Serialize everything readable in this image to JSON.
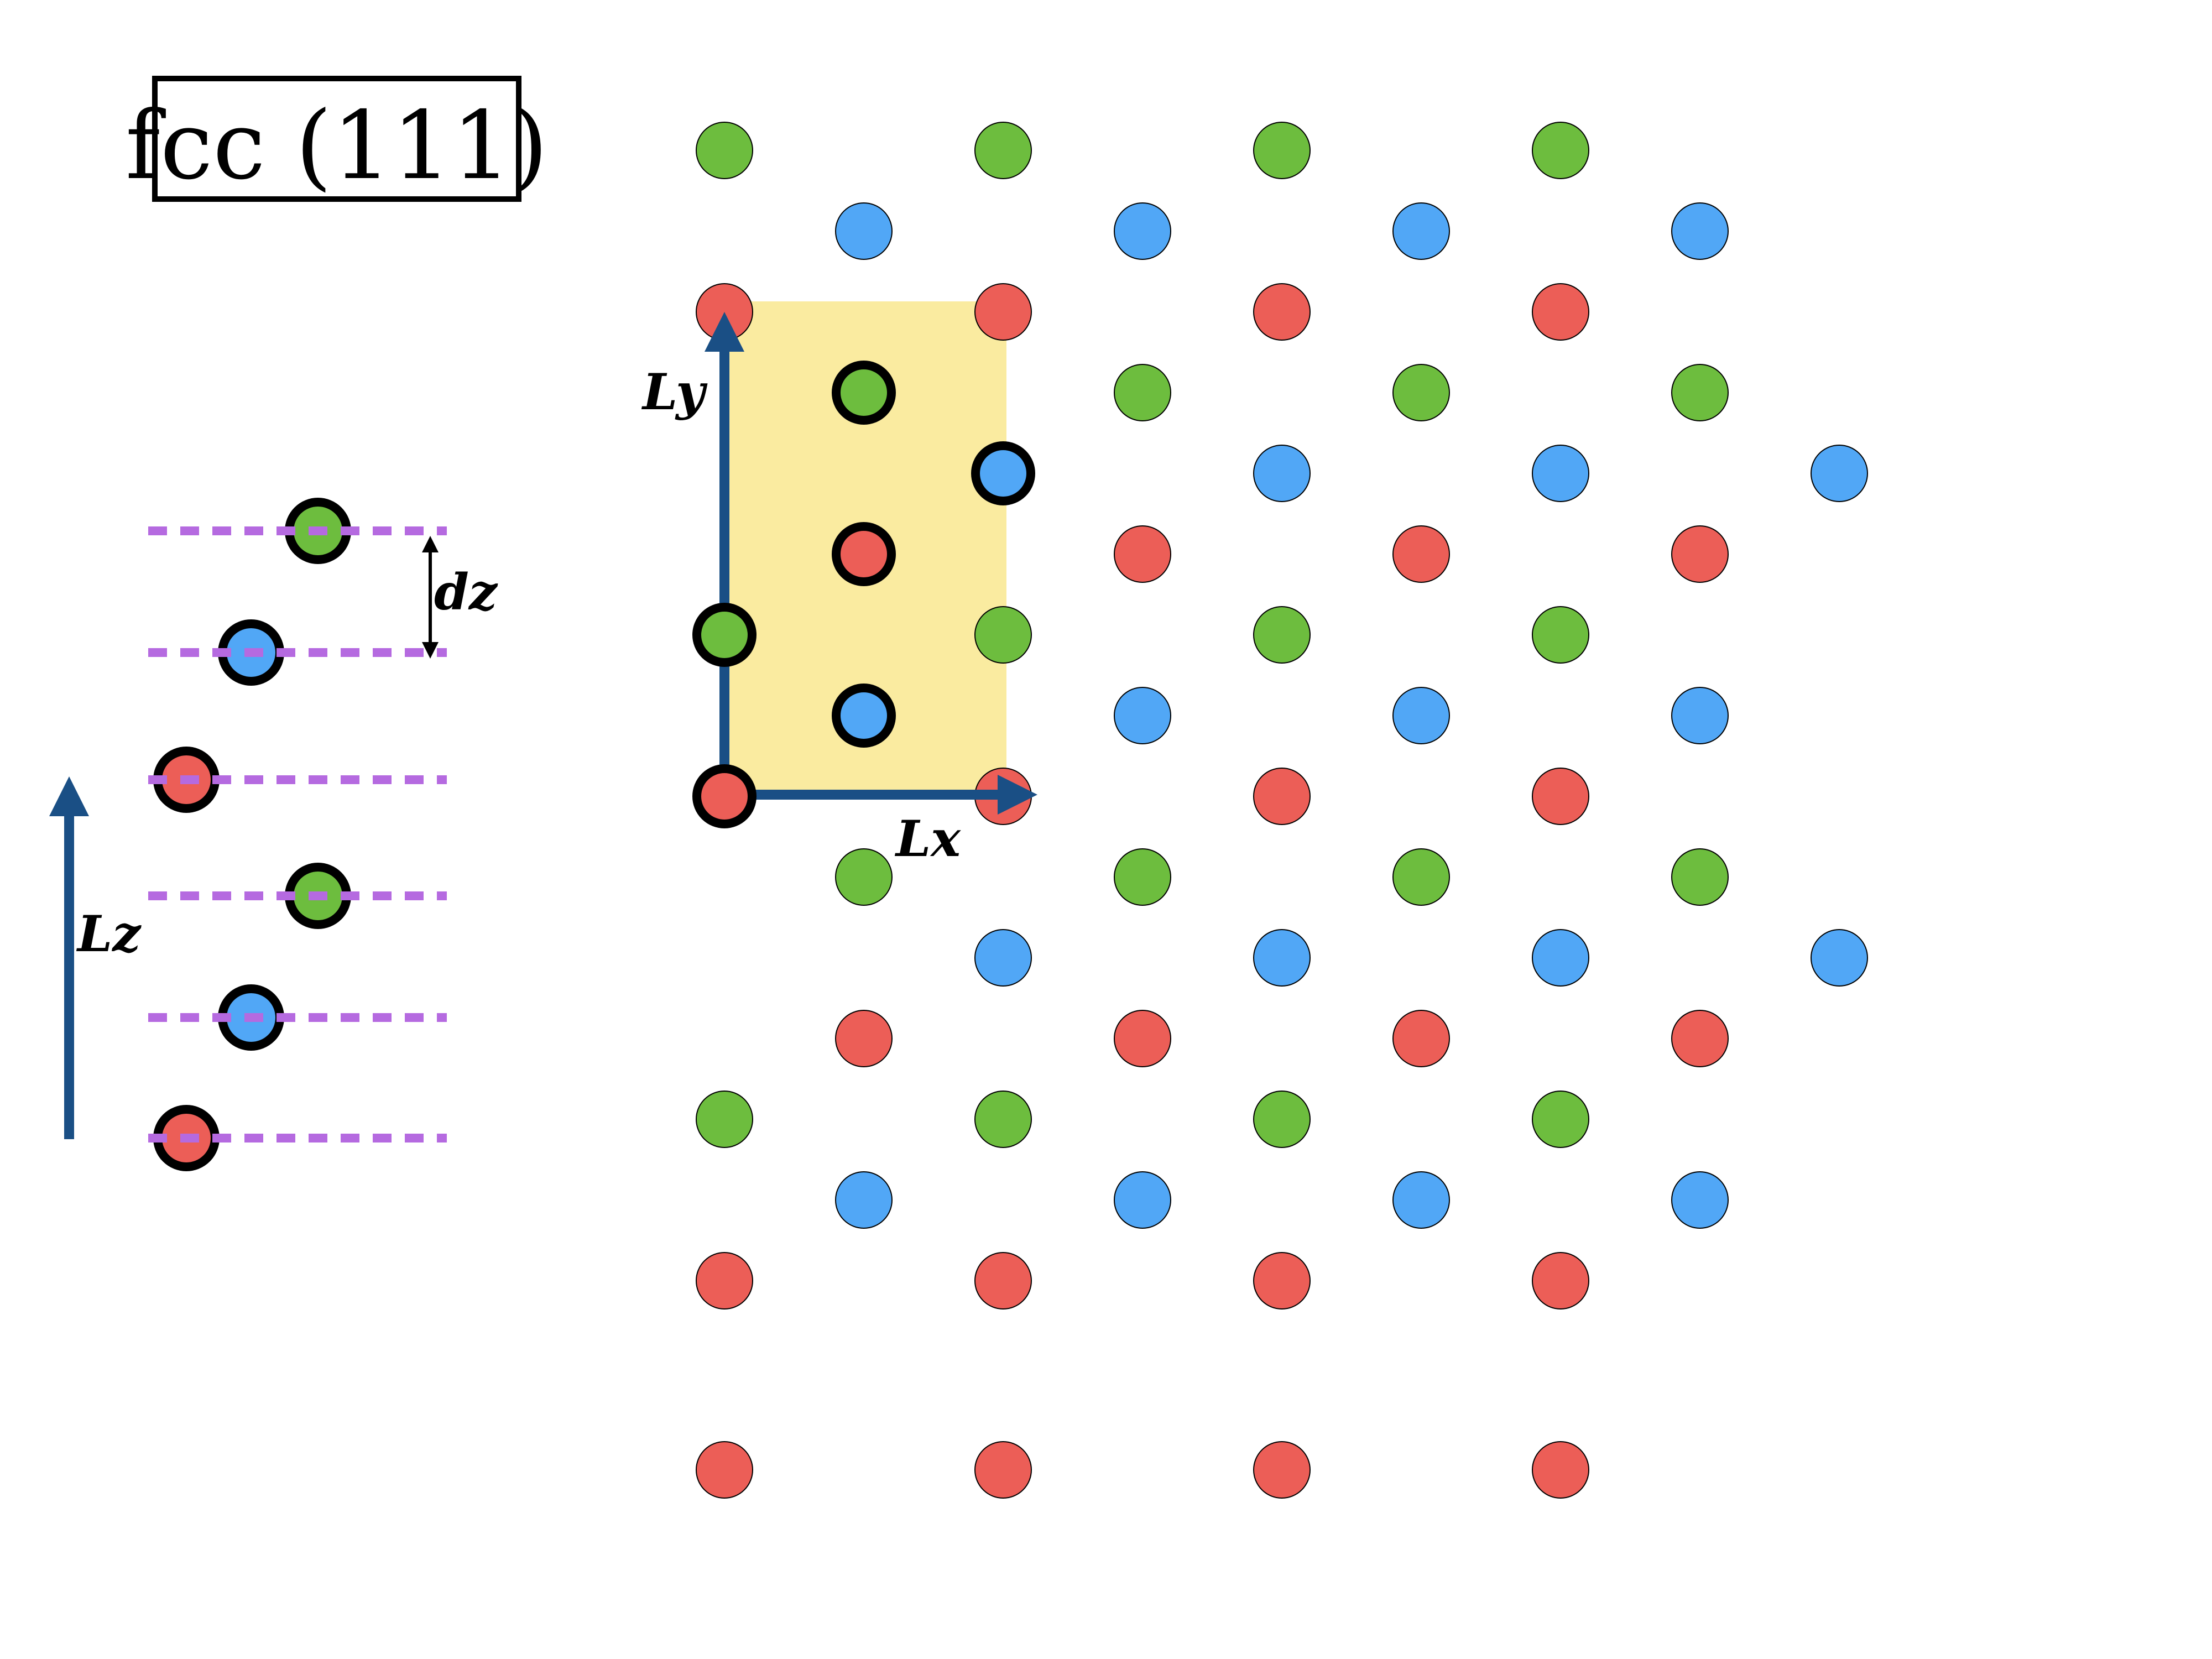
{
  "title": "fcc (111)",
  "labels": {
    "lx": "Lx",
    "ly": "Ly",
    "lz": "Lz",
    "dz": "dz"
  },
  "colors": {
    "A": "#ec5e57",
    "B": "#51a7f6",
    "C": "#6dbd3e",
    "outline": "#000000",
    "cell_fill": "#faeba0",
    "vector": "#1a4f85",
    "plane_line": "#b56ae0"
  },
  "layer_stack": [
    "A",
    "B",
    "C",
    "A",
    "B",
    "C"
  ],
  "lattice_rows": [
    {
      "layer": "C",
      "positions": [
        0,
        2,
        4,
        6
      ]
    },
    {
      "layer": "B",
      "positions": [
        1,
        3,
        5,
        7
      ]
    },
    {
      "layer": "A",
      "positions": [
        0,
        2,
        4,
        6
      ]
    },
    {
      "layer": "C",
      "positions": [
        1,
        3,
        5,
        7
      ]
    },
    {
      "layer": "B",
      "positions": [
        2,
        4,
        6,
        8
      ]
    },
    {
      "layer": "A",
      "positions": [
        1,
        3,
        5,
        7
      ]
    },
    {
      "layer": "C",
      "positions": [
        0,
        2,
        4,
        6
      ]
    },
    {
      "layer": "B",
      "positions": [
        1,
        3,
        5,
        7
      ]
    },
    {
      "layer": "A",
      "positions": [
        0,
        2,
        4,
        6
      ]
    },
    {
      "layer": "C",
      "positions": [
        1,
        3,
        5,
        7
      ]
    },
    {
      "layer": "B",
      "positions": [
        2,
        4,
        6,
        8
      ]
    },
    {
      "layer": "A",
      "positions": [
        1,
        3,
        5,
        7
      ]
    },
    {
      "layer": "C",
      "positions": [
        0,
        2,
        4,
        6
      ]
    },
    {
      "layer": "B",
      "positions": [
        1,
        3,
        5,
        7
      ]
    },
    {
      "layer": "A",
      "positions": [
        0,
        2,
        4,
        6
      ]
    },
    {
      "layer": "A",
      "positions": [
        0,
        2,
        4,
        6
      ]
    }
  ],
  "unit_cell_atoms": [
    {
      "layer": "A",
      "row": 8,
      "pos": 0
    },
    {
      "layer": "B",
      "row": 7,
      "pos": 1
    },
    {
      "layer": "C",
      "row": 6,
      "pos": 0
    },
    {
      "layer": "A",
      "row": 5,
      "pos": 1
    },
    {
      "layer": "B",
      "row": 4,
      "pos": 2
    },
    {
      "layer": "C",
      "row": 3,
      "pos": 1
    }
  ]
}
